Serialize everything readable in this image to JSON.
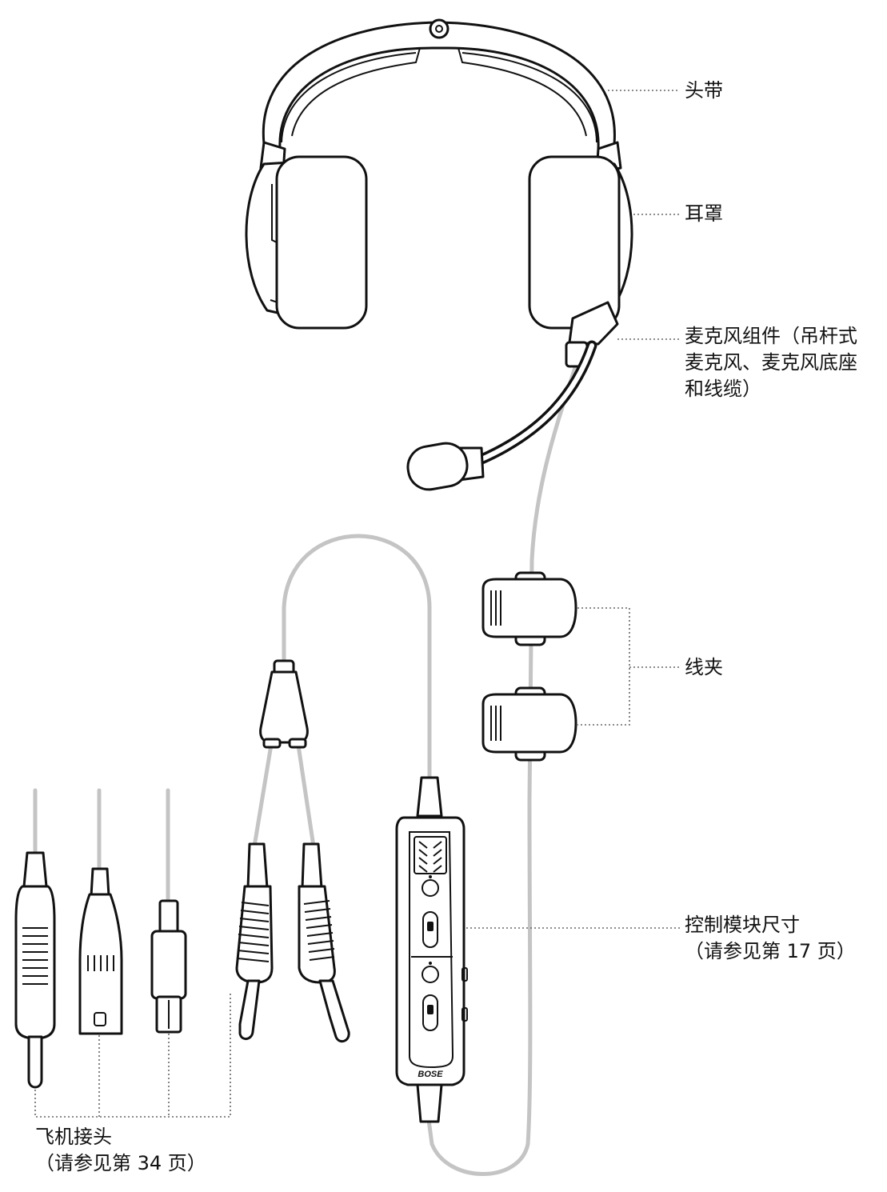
{
  "labels": {
    "headband": "头带",
    "ear_cushion": "耳罩",
    "mic_assembly": [
      "麦克风组件（吊杆式",
      "麦克风、麦克风底座",
      "和线缆）"
    ],
    "cable_clip": "线夹",
    "control_module": [
      "控制模块尺寸",
      "（请参见第 17 页）"
    ],
    "aircraft_plugs": [
      "飞机接头",
      "（请参见第 34 页）"
    ]
  },
  "logo": "BOSE"
}
